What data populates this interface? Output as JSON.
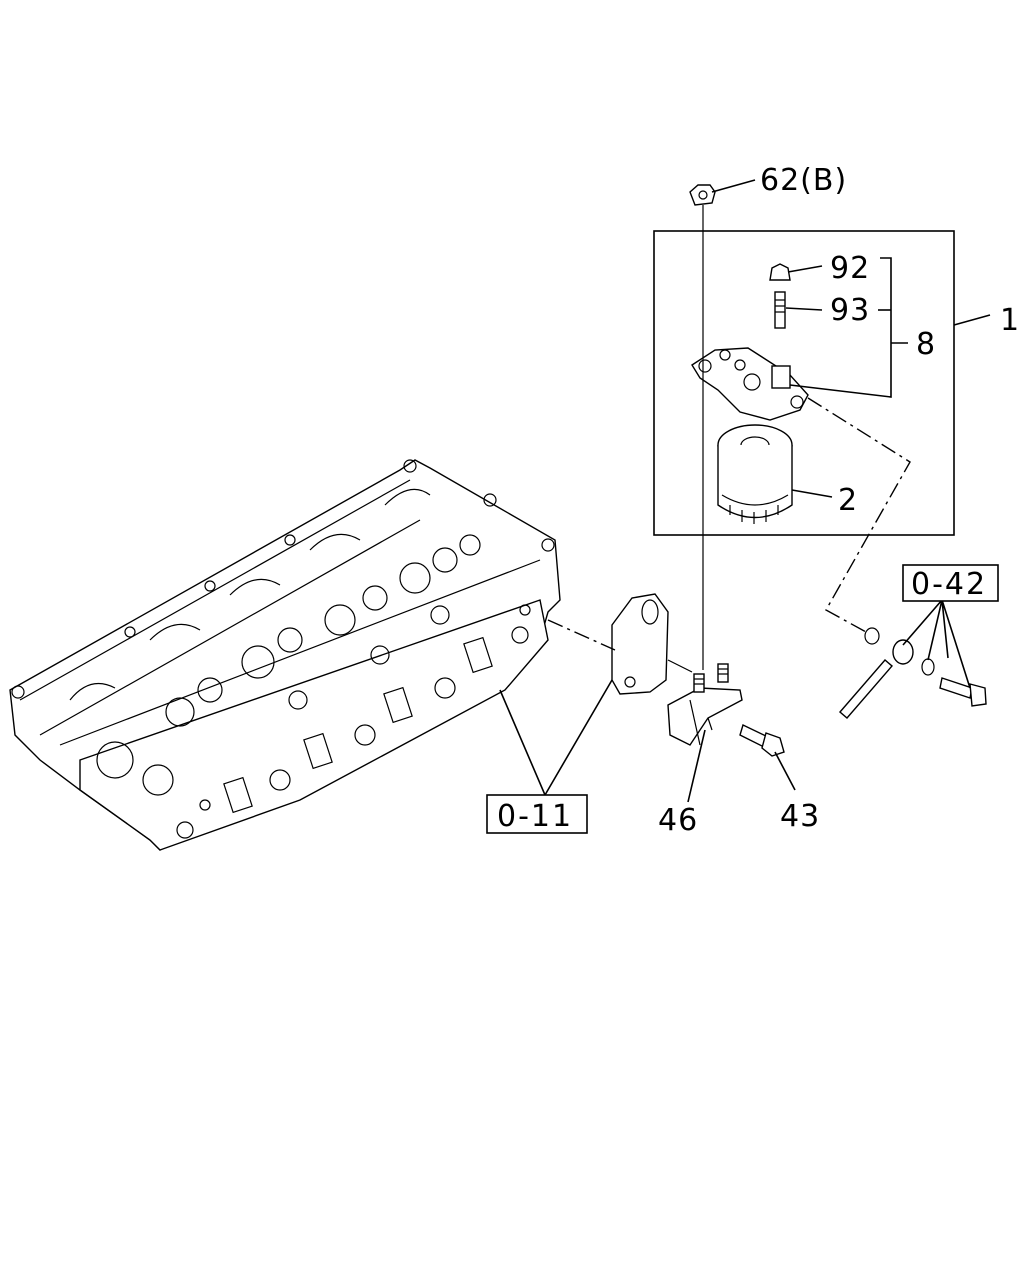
{
  "callouts": {
    "c62": "62(B)",
    "c92": "92",
    "c93": "93",
    "c8": "8",
    "c1": "1",
    "c2": "2",
    "c46": "46",
    "c43": "43"
  },
  "references": {
    "r042": "0-42",
    "r011": "0-11"
  }
}
